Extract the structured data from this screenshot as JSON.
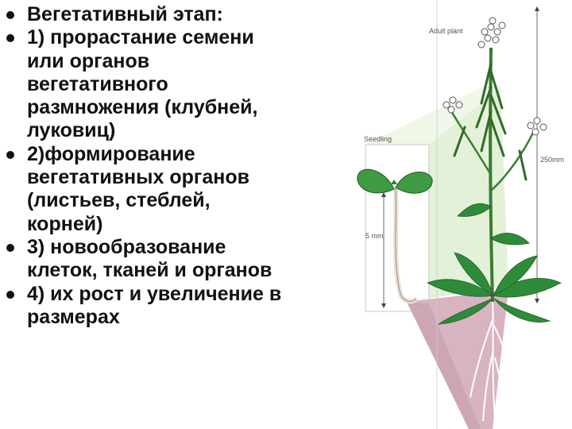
{
  "bullets": [
    {
      "lines": [
        "Вегетативный этап:"
      ]
    },
    {
      "lines": [
        "1) прорастание семени",
        "или органов",
        "вегетативного",
        "размножения (клубней,",
        "луковиц)"
      ]
    },
    {
      "lines": [
        "2)формирование",
        "вегетативных органов",
        "(листьев, стеблей,",
        "корней)"
      ]
    },
    {
      "lines": [
        "3) новообразование",
        "клеток, тканей и органов"
      ]
    },
    {
      "lines": [
        " 4) их рост и увеличение в",
        "размерах"
      ]
    }
  ],
  "figure": {
    "adult_label": "Adult plant",
    "seedling_label": "Seedling",
    "height_label": "250mm",
    "seedling_height_label": "5 mm",
    "colors": {
      "leaf": "#2e8b3a",
      "stem": "#3a7d2f",
      "green_band": "#d9efcd",
      "root_band": "#d8b3c2"
    }
  }
}
